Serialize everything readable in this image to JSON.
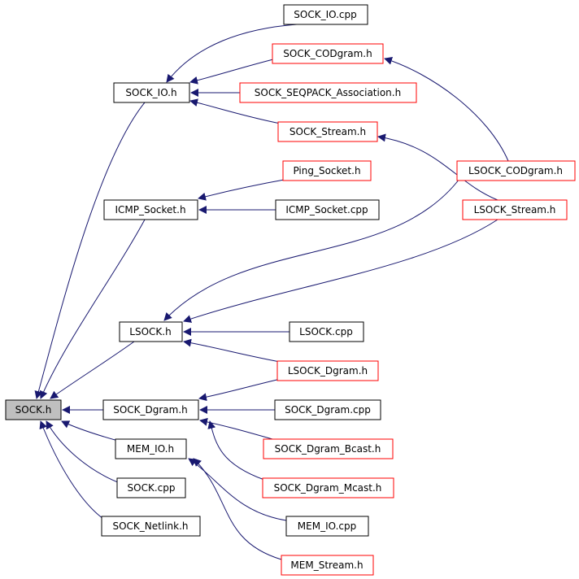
{
  "edge_color": "#191970",
  "nodes": {
    "sock_h": {
      "label": "SOCK.h",
      "style": "root"
    },
    "sock_io_h": {
      "label": "SOCK_IO.h",
      "style": "black"
    },
    "icmp_socket_h": {
      "label": "ICMP_Socket.h",
      "style": "black"
    },
    "lsock_h": {
      "label": "LSOCK.h",
      "style": "black"
    },
    "sock_dgram_h": {
      "label": "SOCK_Dgram.h",
      "style": "black"
    },
    "mem_io_h": {
      "label": "MEM_IO.h",
      "style": "black"
    },
    "sock_cpp": {
      "label": "SOCK.cpp",
      "style": "black"
    },
    "sock_netlink_h": {
      "label": "SOCK_Netlink.h",
      "style": "black"
    },
    "sock_io_cpp": {
      "label": "SOCK_IO.cpp",
      "style": "black"
    },
    "sock_codgram_h": {
      "label": "SOCK_CODgram.h",
      "style": "red"
    },
    "sock_seqpack_h": {
      "label": "SOCK_SEQPACK_Association.h",
      "style": "red"
    },
    "sock_stream_h": {
      "label": "SOCK_Stream.h",
      "style": "red"
    },
    "ping_socket_h": {
      "label": "Ping_Socket.h",
      "style": "red"
    },
    "icmp_socket_cpp": {
      "label": "ICMP_Socket.cpp",
      "style": "black"
    },
    "lsock_codgram_h": {
      "label": "LSOCK_CODgram.h",
      "style": "red"
    },
    "lsock_stream_h": {
      "label": "LSOCK_Stream.h",
      "style": "red"
    },
    "lsock_cpp": {
      "label": "LSOCK.cpp",
      "style": "black"
    },
    "lsock_dgram_h": {
      "label": "LSOCK_Dgram.h",
      "style": "red"
    },
    "sock_dgram_cpp": {
      "label": "SOCK_Dgram.cpp",
      "style": "black"
    },
    "sock_dgram_bcast_h": {
      "label": "SOCK_Dgram_Bcast.h",
      "style": "red"
    },
    "sock_dgram_mcast_h": {
      "label": "SOCK_Dgram_Mcast.h",
      "style": "red"
    },
    "mem_io_cpp": {
      "label": "MEM_IO.cpp",
      "style": "black"
    },
    "mem_stream_h": {
      "label": "MEM_Stream.h",
      "style": "red"
    }
  },
  "edges": [
    {
      "from": "sock_io_h",
      "to": "sock_h"
    },
    {
      "from": "icmp_socket_h",
      "to": "sock_h"
    },
    {
      "from": "lsock_h",
      "to": "sock_h"
    },
    {
      "from": "sock_dgram_h",
      "to": "sock_h"
    },
    {
      "from": "mem_io_h",
      "to": "sock_h"
    },
    {
      "from": "sock_cpp",
      "to": "sock_h"
    },
    {
      "from": "sock_netlink_h",
      "to": "sock_h"
    },
    {
      "from": "sock_io_cpp",
      "to": "sock_io_h"
    },
    {
      "from": "sock_codgram_h",
      "to": "sock_io_h"
    },
    {
      "from": "sock_seqpack_h",
      "to": "sock_io_h"
    },
    {
      "from": "sock_stream_h",
      "to": "sock_io_h"
    },
    {
      "from": "lsock_codgram_h",
      "to": "sock_codgram_h"
    },
    {
      "from": "lsock_stream_h",
      "to": "sock_stream_h"
    },
    {
      "from": "ping_socket_h",
      "to": "icmp_socket_h"
    },
    {
      "from": "icmp_socket_cpp",
      "to": "icmp_socket_h"
    },
    {
      "from": "lsock_codgram_h",
      "to": "lsock_h"
    },
    {
      "from": "lsock_stream_h",
      "to": "lsock_h"
    },
    {
      "from": "lsock_cpp",
      "to": "lsock_h"
    },
    {
      "from": "lsock_dgram_h",
      "to": "lsock_h"
    },
    {
      "from": "lsock_dgram_h",
      "to": "sock_dgram_h"
    },
    {
      "from": "sock_dgram_cpp",
      "to": "sock_dgram_h"
    },
    {
      "from": "sock_dgram_bcast_h",
      "to": "sock_dgram_h"
    },
    {
      "from": "sock_dgram_mcast_h",
      "to": "sock_dgram_h"
    },
    {
      "from": "mem_io_cpp",
      "to": "mem_io_h"
    },
    {
      "from": "mem_stream_h",
      "to": "mem_io_h"
    }
  ]
}
